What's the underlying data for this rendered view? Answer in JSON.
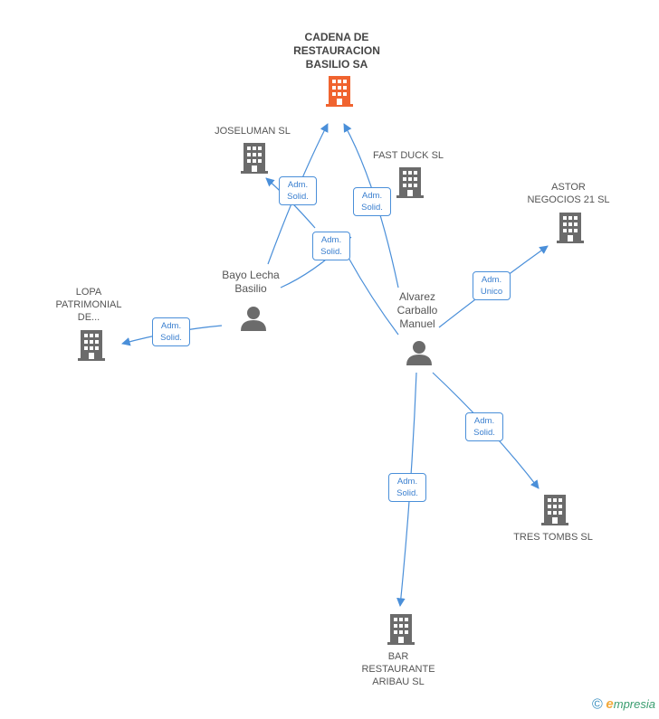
{
  "colors": {
    "arrow": "#4a8fd9",
    "building": "#6b6b6b",
    "main_building": "#f0632f",
    "person": "#6b6b6b"
  },
  "nodes": {
    "main": "CADENA DE\nRESTAURACION\nBASILIO SA",
    "joseluman": "JOSELUMAN SL",
    "fastduck": "FAST DUCK SL",
    "astor": "ASTOR\nNEGOCIOS 21 SL",
    "lopa": "LOPA\nPATRIMONIAL\nDE...",
    "trestombs": "TRES TOMBS SL",
    "bar": "BAR\nRESTAURANTE\nARIBAU SL"
  },
  "persons": {
    "bayo": "Bayo Lecha\nBasilio",
    "alvarez": "Alvarez\nCarballo\nManuel"
  },
  "edges": {
    "e1": "Adm.\nSolid.",
    "e2": "Adm.\nSolid.",
    "e3": "Adm.\nSolid.",
    "e4": "Adm.\nUnico",
    "e5": "Adm.\nSolid.",
    "e6": "Adm.\nSolid.",
    "e7": "Adm.\nSolid."
  },
  "footer": {
    "copyright": "©",
    "brand_initial": "e",
    "brand_rest": "mpresia"
  }
}
